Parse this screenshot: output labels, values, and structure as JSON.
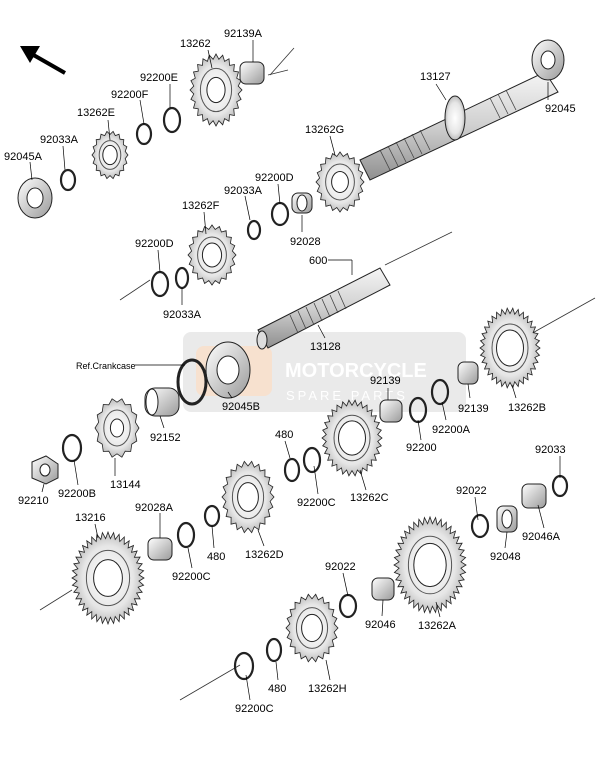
{
  "watermark": {
    "line1": "MOTORCYCLE",
    "line2": "SPARE PARTS"
  },
  "ref_label": "Ref.Crankcase",
  "parts": {
    "p_92139A": "92139A",
    "p_13262": "13262",
    "p_92200E": "92200E",
    "p_92200F": "92200F",
    "p_13262E": "13262E",
    "p_92033A_top": "92033A",
    "p_92045A": "92045A",
    "p_13127": "13127",
    "p_92045": "92045",
    "p_13262G": "13262G",
    "p_92200D_top": "92200D",
    "p_92033A_mid": "92033A",
    "p_13262F": "13262F",
    "p_92028": "92028",
    "p_92200D_left": "92200D",
    "p_92033A_low": "92033A",
    "p_600": "600",
    "p_13128": "13128",
    "p_92045B": "92045B",
    "p_92152": "92152",
    "p_92139_a": "92139",
    "p_92139_b": "92139",
    "p_13262B": "13262B",
    "p_92200A": "92200A",
    "p_92200": "92200",
    "p_480_a": "480",
    "p_92200C_a": "92200C",
    "p_13262C": "13262C",
    "p_13144": "13144",
    "p_92200B": "92200B",
    "p_92210": "92210",
    "p_13216": "13216",
    "p_92028A": "92028A",
    "p_92200C_b": "92200C",
    "p_480_b": "480",
    "p_13262D": "13262D",
    "p_92033": "92033",
    "p_92022_a": "92022",
    "p_92048": "92048",
    "p_92046A": "92046A",
    "p_92022_b": "92022",
    "p_92046": "92046",
    "p_13262A": "13262A",
    "p_480_c": "480",
    "p_92200C_c": "92200C",
    "p_13262H": "13262H"
  }
}
